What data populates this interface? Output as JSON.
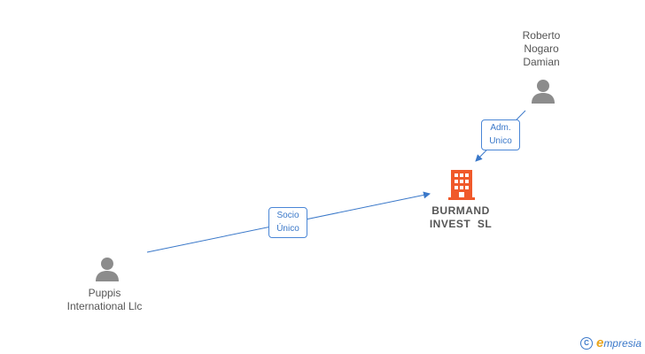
{
  "people": {
    "roberto": {
      "name_lines": [
        "Roberto",
        "Nogaro",
        "Damian"
      ]
    },
    "puppis": {
      "name_lines": [
        "Puppis",
        "International Llc"
      ]
    }
  },
  "company": {
    "name_lines": [
      "BURMAND",
      "INVEST  SL"
    ]
  },
  "edges": {
    "admin": {
      "label_lines": [
        "Adm.",
        "Unico"
      ]
    },
    "socio": {
      "label_lines": [
        "Socio",
        "Único"
      ]
    }
  },
  "brand": {
    "copyright_symbol": "C",
    "e_letter": "e",
    "rest": "mpresia"
  },
  "colors": {
    "person_icon": "#8c8c8c",
    "company_icon": "#f0592a",
    "edge": "#3a78c9",
    "text": "#555555"
  },
  "icons": {
    "person": "person-icon",
    "company": "building-icon",
    "copyright": "copyright-icon"
  }
}
